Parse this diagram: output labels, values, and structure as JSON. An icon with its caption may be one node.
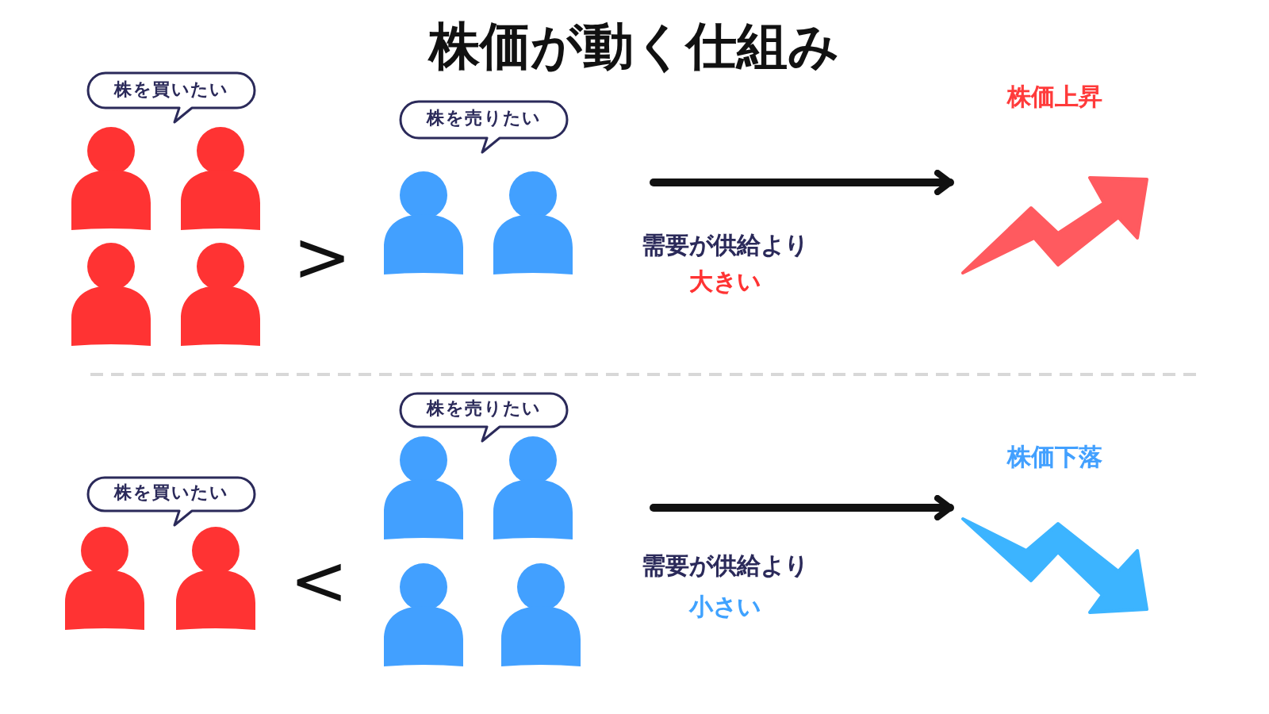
{
  "diagram": {
    "title": "株価が動く仕組み",
    "nodes": [
      {
        "text": [
          "株を買いたい"
        ]
      },
      {
        "text": [
          "株を売りたい"
        ]
      },
      {
        "text": [
          "株価上昇"
        ]
      },
      {
        "text": [
          "株を買いたい"
        ]
      },
      {
        "text": [
          "株を売りたい"
        ]
      },
      {
        "text": [
          "株価下落"
        ]
      }
    ],
    "edges": [
      {
        "from": null,
        "to": 2,
        "arrow": "to"
      },
      {
        "from": null,
        "to": 5,
        "arrow": "to"
      }
    ],
    "labels": [
      ">",
      "需要が供給より",
      "大きい",
      "<",
      "需要が供給より",
      "小さい"
    ]
  }
}
